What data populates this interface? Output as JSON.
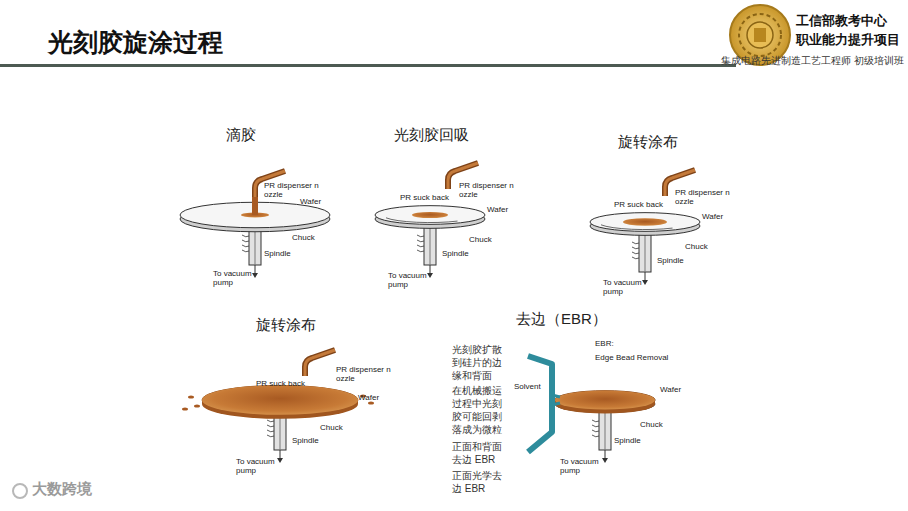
{
  "diagram": {
    "title": "光刻胶旋涂过程",
    "labels": [
      "工信部教考中心",
      "职业能力提升项目",
      "集成电路先进制造工艺工程师 初级培训班",
      "滴胶",
      "PR dispenser nozzle",
      "Wafer",
      "Chuck",
      "Spindle",
      "To vacuum pump",
      "光刻胶回吸",
      "PR dispenser nozzle",
      "PR suck back",
      "Wafer",
      "Chuck",
      "Spindle",
      "To vacuum pump",
      "旋转涂布",
      "PR dispenser nozzle",
      "PR suck back",
      "Wafer",
      "Chuck",
      "Spindle",
      "To vacuum pump",
      "旋转涂布",
      "PR dispenser nozzle",
      "PR suck back",
      "Wafer",
      "Chuck",
      "Spindle",
      "To vacuum pump",
      "去边（EBR）",
      "光刻胶扩散到硅片的边缘和背面",
      "在机械搬运过程中光刻胶可能回剥落成为微粒",
      "正面和背面去边 EBR",
      "正面光学去边 EBR",
      "EBR:",
      "Edge Bead Removal",
      "Solvent",
      "Wafer",
      "Chuck",
      "Spindle",
      "To vacuum pump",
      "大数跨境"
    ]
  }
}
